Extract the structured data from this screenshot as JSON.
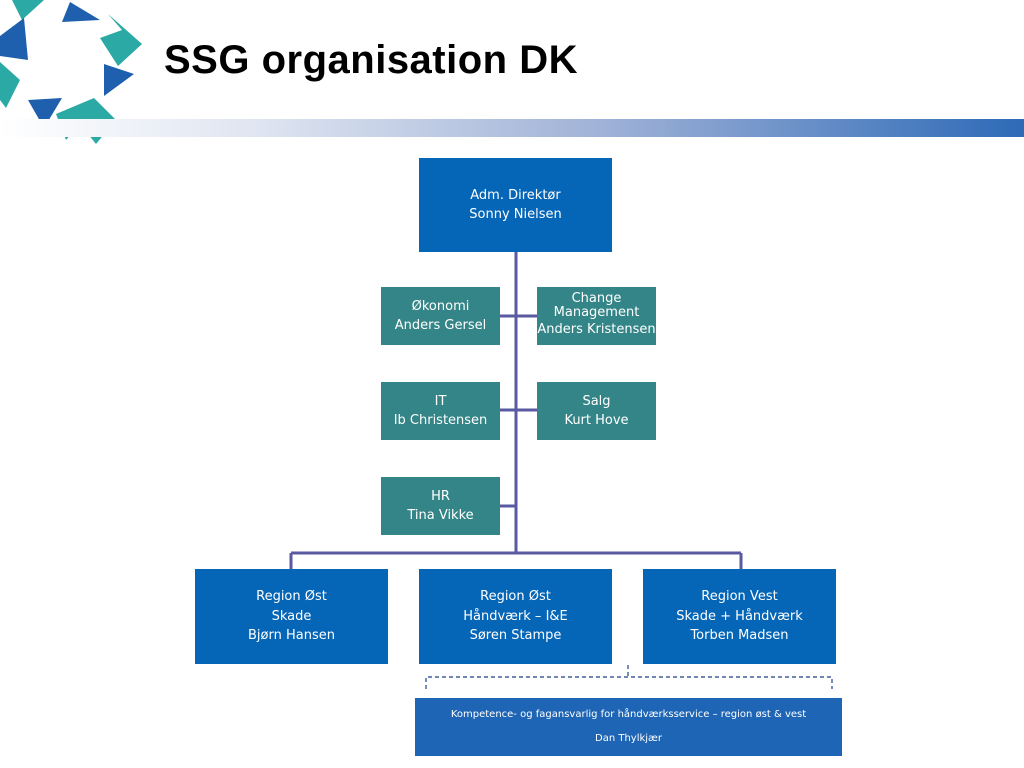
{
  "title": "SSG organisation DK",
  "logo": {
    "icon": "ssg-logo-icon"
  },
  "colors": {
    "blue": "#0565b6",
    "teal": "#348587",
    "connector": "#5a5aa3",
    "note_line": "#1c3f8c"
  },
  "org": {
    "director": {
      "role": "Adm. Direktør",
      "name": "Sonny Nielsen"
    },
    "staff": {
      "okonomi": {
        "role": "Økonomi",
        "name": "Anders Gersel"
      },
      "change": {
        "role_line1": "Change",
        "role_line2": "Management",
        "name": "Anders Kristensen"
      },
      "it": {
        "role": "IT",
        "name": "Ib Christensen"
      },
      "salg": {
        "role": "Salg",
        "name": "Kurt Hove"
      },
      "hr": {
        "role": "HR",
        "name": "Tina Vikke"
      }
    },
    "regions": [
      {
        "line1": "Region Øst",
        "line2": "Skade",
        "line3": "Bjørn Hansen"
      },
      {
        "line1": "Region Øst",
        "line2": "Håndværk – I&E",
        "line3": "Søren Stampe"
      },
      {
        "line1": "Region Vest",
        "line2": "Skade + Håndværk",
        "line3": "Torben Madsen"
      }
    ],
    "note": {
      "line1": "Kompetence- og fagansvarlig for håndværksservice – region øst & vest",
      "line2": "Dan Thylkjær"
    }
  }
}
